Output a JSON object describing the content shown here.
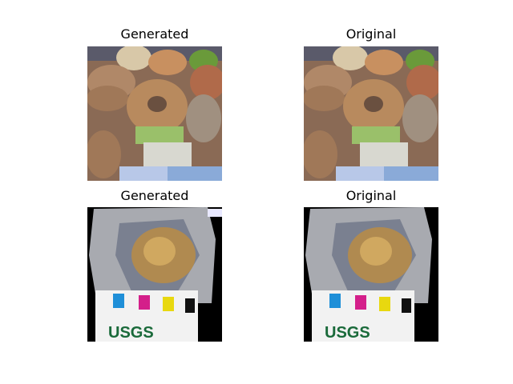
{
  "panels": [
    {
      "title": "Generated",
      "image_name": "bagels-image"
    },
    {
      "title": "Original",
      "image_name": "bagels-image"
    },
    {
      "title": "Generated",
      "image_name": "mineral-specimen-image"
    },
    {
      "title": "Original",
      "image_name": "mineral-specimen-image"
    }
  ],
  "specimen_label": {
    "logo_text": "USGS",
    "color_swatches": [
      "#1f8fd8",
      "#d41f8a",
      "#e8d80f",
      "#111111"
    ]
  }
}
